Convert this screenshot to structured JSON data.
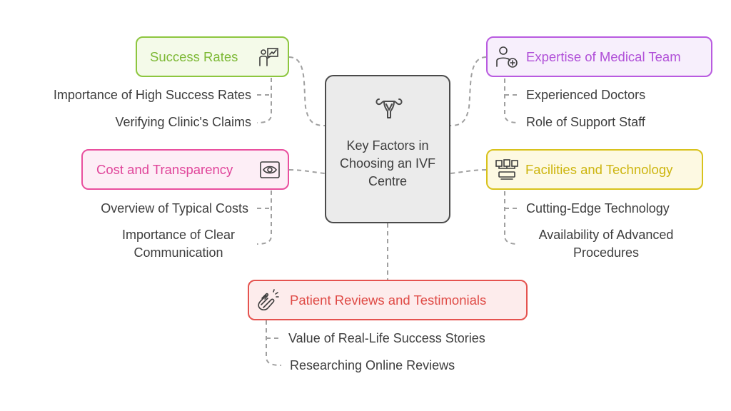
{
  "center": {
    "title": "Key Factors in Choosing an IVF Centre",
    "icon": "uterus-icon"
  },
  "nodes": {
    "success": {
      "title": "Success Rates",
      "icon": "presentation-chart-icon",
      "color": "#8dc63f",
      "items": [
        "Importance of High Success Rates",
        "Verifying Clinic's Claims"
      ]
    },
    "expertise": {
      "title": "Expertise of Medical Team",
      "icon": "doctor-medical-icon",
      "color": "#b95be0",
      "items": [
        "Experienced Doctors",
        "Role of Support Staff"
      ]
    },
    "cost": {
      "title": "Cost and Transparency",
      "icon": "eye-transparency-icon",
      "color": "#e94f9e",
      "items": [
        "Overview of Typical Costs",
        "Importance of Clear Communication"
      ]
    },
    "facilities": {
      "title": "Facilities and Technology",
      "icon": "lab-equipment-icon",
      "color": "#d8c21c",
      "items": [
        "Cutting-Edge Technology",
        "Availability of Advanced Procedures"
      ]
    },
    "reviews": {
      "title": "Patient Reviews and Testimonials",
      "icon": "clapping-hands-icon",
      "color": "#e5534f",
      "items": [
        "Value of Real-Life Success Stories",
        "Researching Online Reviews"
      ]
    }
  }
}
